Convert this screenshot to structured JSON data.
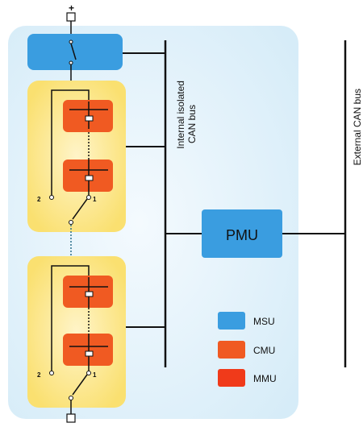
{
  "diagram": {
    "terminals": {
      "positive": "+"
    },
    "bus_labels": {
      "internal_line1": "Internal isolated",
      "internal_line2": "CAN bus",
      "external": "External CAN bus"
    },
    "pmu_label": "PMU",
    "module_switch_labels": {
      "upper_left": "2",
      "upper_right": "1",
      "lower_left": "2",
      "lower_right": "1"
    },
    "legend": [
      {
        "label": "MSU",
        "color": "#3A9DE0"
      },
      {
        "label": "CMU",
        "color": "#F05A22"
      },
      {
        "label": "MMU",
        "color": "#F03A1A"
      }
    ],
    "colors": {
      "container": "#E3F1FA",
      "msu": "#3A9DE0",
      "pmu": "#3A9DE0",
      "module_bg_outer": "#FAE070",
      "module_bg_inner": "#FFF4C8",
      "cell_unit": "#F05A22",
      "line": "#111111"
    }
  }
}
